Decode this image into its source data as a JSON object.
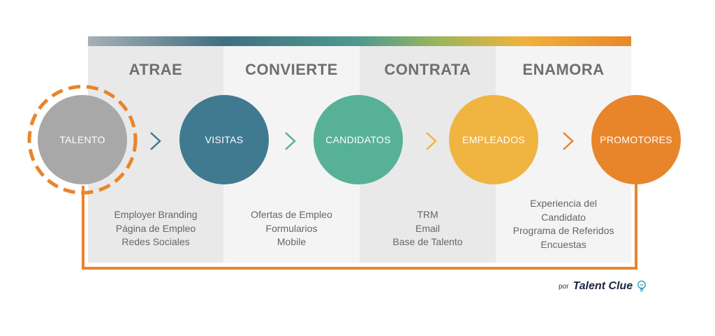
{
  "stages": [
    {
      "title": "ATRAE",
      "items": [
        "Employer Branding",
        "Página de Empleo",
        "Redes Sociales"
      ]
    },
    {
      "title": "CONVIERTE",
      "items": [
        "Ofertas de Empleo",
        "Formularios",
        "Mobile"
      ]
    },
    {
      "title": "CONTRATA",
      "items": [
        "TRM",
        "Email",
        "Base de Talento"
      ]
    },
    {
      "title": "ENAMORA",
      "items": [
        "Experiencia del",
        "Candidato",
        "Programa de Referidos",
        "Encuestas"
      ]
    }
  ],
  "nodes": [
    {
      "label": "TALENTO",
      "color": "#a8a8a8"
    },
    {
      "label": "VISITAS",
      "color": "#3f7a90"
    },
    {
      "label": "CANDIDATOS",
      "color": "#57b197"
    },
    {
      "label": "EMPLEADOS",
      "color": "#f0b440"
    },
    {
      "label": "PROMOTORES",
      "color": "#e8852b"
    }
  ],
  "arrow_colors": [
    "#3f7a90",
    "#57b197",
    "#f0b440",
    "#e8852b"
  ],
  "loop_color": "#e8852b",
  "credit": {
    "prefix": "por",
    "brand": "Talent Clue"
  }
}
